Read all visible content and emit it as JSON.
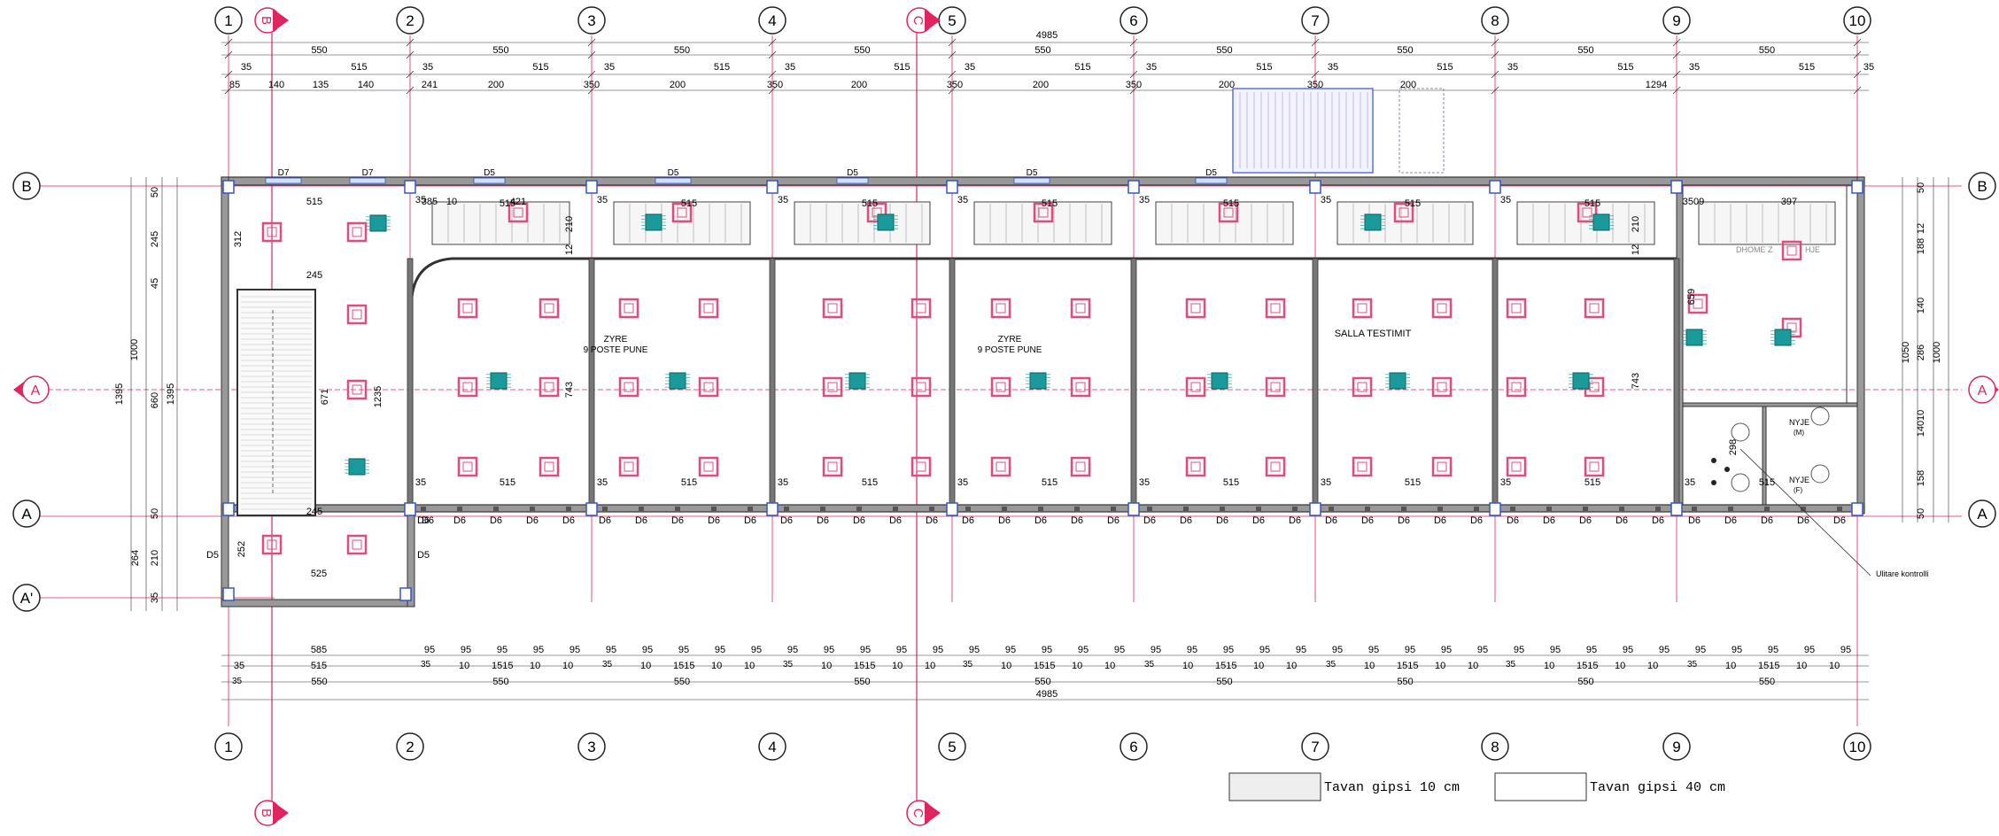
{
  "grid_columns": [
    "1",
    "2",
    "3",
    "4",
    "5",
    "6",
    "7",
    "8",
    "9",
    "10"
  ],
  "grid_rows": {
    "top": "B",
    "mid": "A",
    "bottom": "A",
    "lowest": "A'"
  },
  "section_markers": {
    "left": "B",
    "right": "C"
  },
  "dims_top": {
    "total": "4985",
    "row1": [
      "550",
      "550",
      "550",
      "550",
      "550",
      "550",
      "550",
      "550",
      "550"
    ],
    "row2": [
      "35",
      "515",
      "35",
      "515",
      "35",
      "515",
      "35",
      "515",
      "35",
      "515",
      "35",
      "515",
      "35",
      "515",
      "35",
      "515",
      "35",
      "515",
      "35"
    ],
    "row3": [
      "85",
      "140",
      "135",
      "140",
      "241",
      "200",
      "350",
      "200",
      "350",
      "200",
      "350",
      "200",
      "350",
      "200",
      "350",
      "200",
      "1294"
    ]
  },
  "dims_bottom": {
    "row1_first": "585",
    "row1_repeat": "95",
    "row2_first": [
      "35",
      "515"
    ],
    "row2_repeat": [
      "35",
      "10",
      "1515",
      "10",
      "10"
    ],
    "row3": [
      "550",
      "550",
      "550",
      "550",
      "550",
      "550",
      "550",
      "550",
      "550"
    ],
    "row3_start": "35",
    "total": "4985"
  },
  "dims_left": [
    "50",
    "245",
    "45",
    "1000",
    "660",
    "1395",
    "1395",
    "50",
    "264",
    "210",
    "35"
  ],
  "dims_right": [
    "50",
    "12",
    "188",
    "140",
    "286",
    "1050",
    "1000",
    "14010",
    "158",
    "50",
    "1050"
  ],
  "windows_top": [
    "D7",
    "D7",
    "D5",
    "D5",
    "D5",
    "D5",
    "D5"
  ],
  "doors_bottom": "D6",
  "door_side": "D5",
  "rooms": [
    {
      "name": "ZYRE",
      "sub": "9 POSTE PUNE"
    },
    {
      "name": "ZYRE",
      "sub": "9 POSTE PUNE"
    },
    {
      "name": "SALLA TESTIMIT",
      "sub": ""
    },
    {
      "name": "DHOME Z",
      "sub": "HJE"
    },
    {
      "name": "NYJE",
      "sub": "(M)"
    },
    {
      "name": "NYJE",
      "sub": "(F)"
    }
  ],
  "room_dims": {
    "stair_w": "245",
    "stair_h": "671",
    "stair_h2": "1235",
    "stair_bottom": "245",
    "stair_room": "515",
    "room_w": "515",
    "d1": "385",
    "d2": "10",
    "d3": "421",
    "v210": "210",
    "v12": "12",
    "v743": "743",
    "d_312": "312",
    "right_a": "3509",
    "right_b": "397",
    "right_c": "659",
    "low_a": "252",
    "low_b": "525",
    "low_c": "10",
    "wc_a": "298",
    "wc_b": "515",
    "wc_c": "35"
  },
  "annotation": "Ulitare kontrolli",
  "legend": [
    {
      "label": "Tavan gipsi 10 cm",
      "fill": "#eeeeee"
    },
    {
      "label": "Tavan gipsi 40 cm",
      "fill": "#ffffff"
    }
  ],
  "colors": {
    "grid": "#e0245e",
    "light": "#e04d7c",
    "hvac": "#1a9a9a",
    "walls": "#333333",
    "blue": "#3355cc"
  }
}
